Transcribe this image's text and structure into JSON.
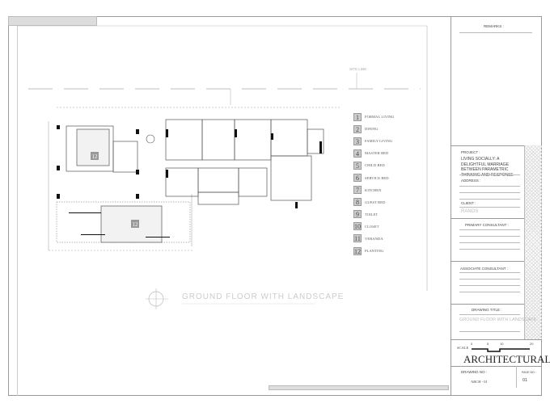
{
  "plan": {
    "title": "GROUND FLOOR WITH LANDSCAPE",
    "site_line": "SITE LINE",
    "planting_label": "12"
  },
  "legend": [
    {
      "n": "1",
      "label": "FORMAL LIVING"
    },
    {
      "n": "2",
      "label": "DINING"
    },
    {
      "n": "3",
      "label": "FAMILY LIVING"
    },
    {
      "n": "4",
      "label": "MASTER BED"
    },
    {
      "n": "5",
      "label": "CHILD BED"
    },
    {
      "n": "6",
      "label": "SERVICE BED"
    },
    {
      "n": "7",
      "label": "KITCHEN"
    },
    {
      "n": "8",
      "label": "GUEST BED"
    },
    {
      "n": "9",
      "label": "TOILET"
    },
    {
      "n": "10",
      "label": "CLOSET"
    },
    {
      "n": "11",
      "label": "VERANDA"
    },
    {
      "n": "12",
      "label": "PLANTING"
    }
  ],
  "titleblock": {
    "remarks": "REMARKS :",
    "project_label": "PROJECT :",
    "project": "LIVING SOCIALLY: A DELIGHTFUL MARRIAGE BETWEEN PARAMETRIC THINKING AND RESPONSE",
    "address_label": "ADDRESS :",
    "client_label": "CLIENT :",
    "client": "RANOS",
    "primary_label": "PRIMARY CONSULTANT :",
    "associate_label": "ASSOCIATE CONSULTANT :",
    "drawing_title_label": "DRAWING TITLE :",
    "drawing_title": "GROUND FLOOR WITH LANDSCAPE",
    "scale_label": "SCALE",
    "scale_ticks": [
      "0",
      "5",
      "10",
      "20"
    ],
    "firm": "ARCHITECTURAL",
    "drawing_no_label": "DRAWING NO :",
    "drawing_no": "ARCH - 01",
    "page_label": "PAGE NO :",
    "page_no": "01"
  }
}
